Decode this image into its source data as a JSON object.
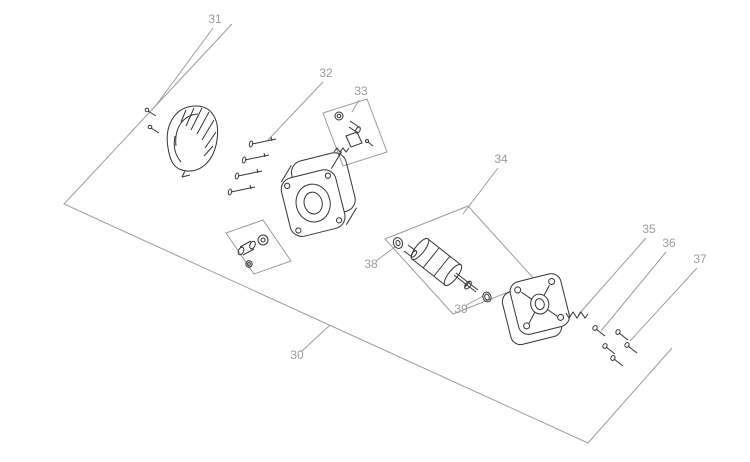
{
  "colors": {
    "background": "#ffffff",
    "line": "#9b9b9b",
    "part": "#333333"
  },
  "labels": [
    {
      "text": "30"
    },
    {
      "text": "31"
    },
    {
      "text": "32"
    },
    {
      "text": "33"
    },
    {
      "text": "34"
    },
    {
      "text": "35"
    },
    {
      "text": "36"
    },
    {
      "text": "37"
    },
    {
      "text": "38"
    },
    {
      "text": "39"
    }
  ]
}
